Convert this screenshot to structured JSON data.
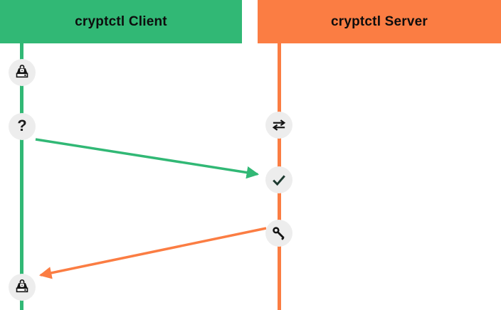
{
  "diagram": {
    "type": "sequence-diagram",
    "header": {
      "client_label": "cryptctl Client",
      "server_label": "cryptctl Server"
    },
    "glyphs": {
      "question": "?"
    },
    "icons": {
      "client_top": "encrypted-drive-icon",
      "client_question": "question-icon",
      "client_bottom": "encrypted-drive-icon",
      "server_exchange": "transfer-arrows-icon",
      "server_check": "check-icon",
      "server_key": "key-icon"
    },
    "arrows": [
      {
        "name": "request-arrow",
        "from": "client-question",
        "to": "server-check",
        "color": "#31b875"
      },
      {
        "name": "response-arrow",
        "from": "server-key",
        "to": "client-disk-bottom",
        "color": "#fb7d43"
      }
    ],
    "colors": {
      "client_green": "#31b875",
      "server_orange": "#fb7d43",
      "node_circle_bg": "#ededed",
      "check_dark_green": "#1e3a30",
      "icon_black": "#141414",
      "header_text": "#0d0d0d",
      "background": "#ffffff"
    }
  }
}
